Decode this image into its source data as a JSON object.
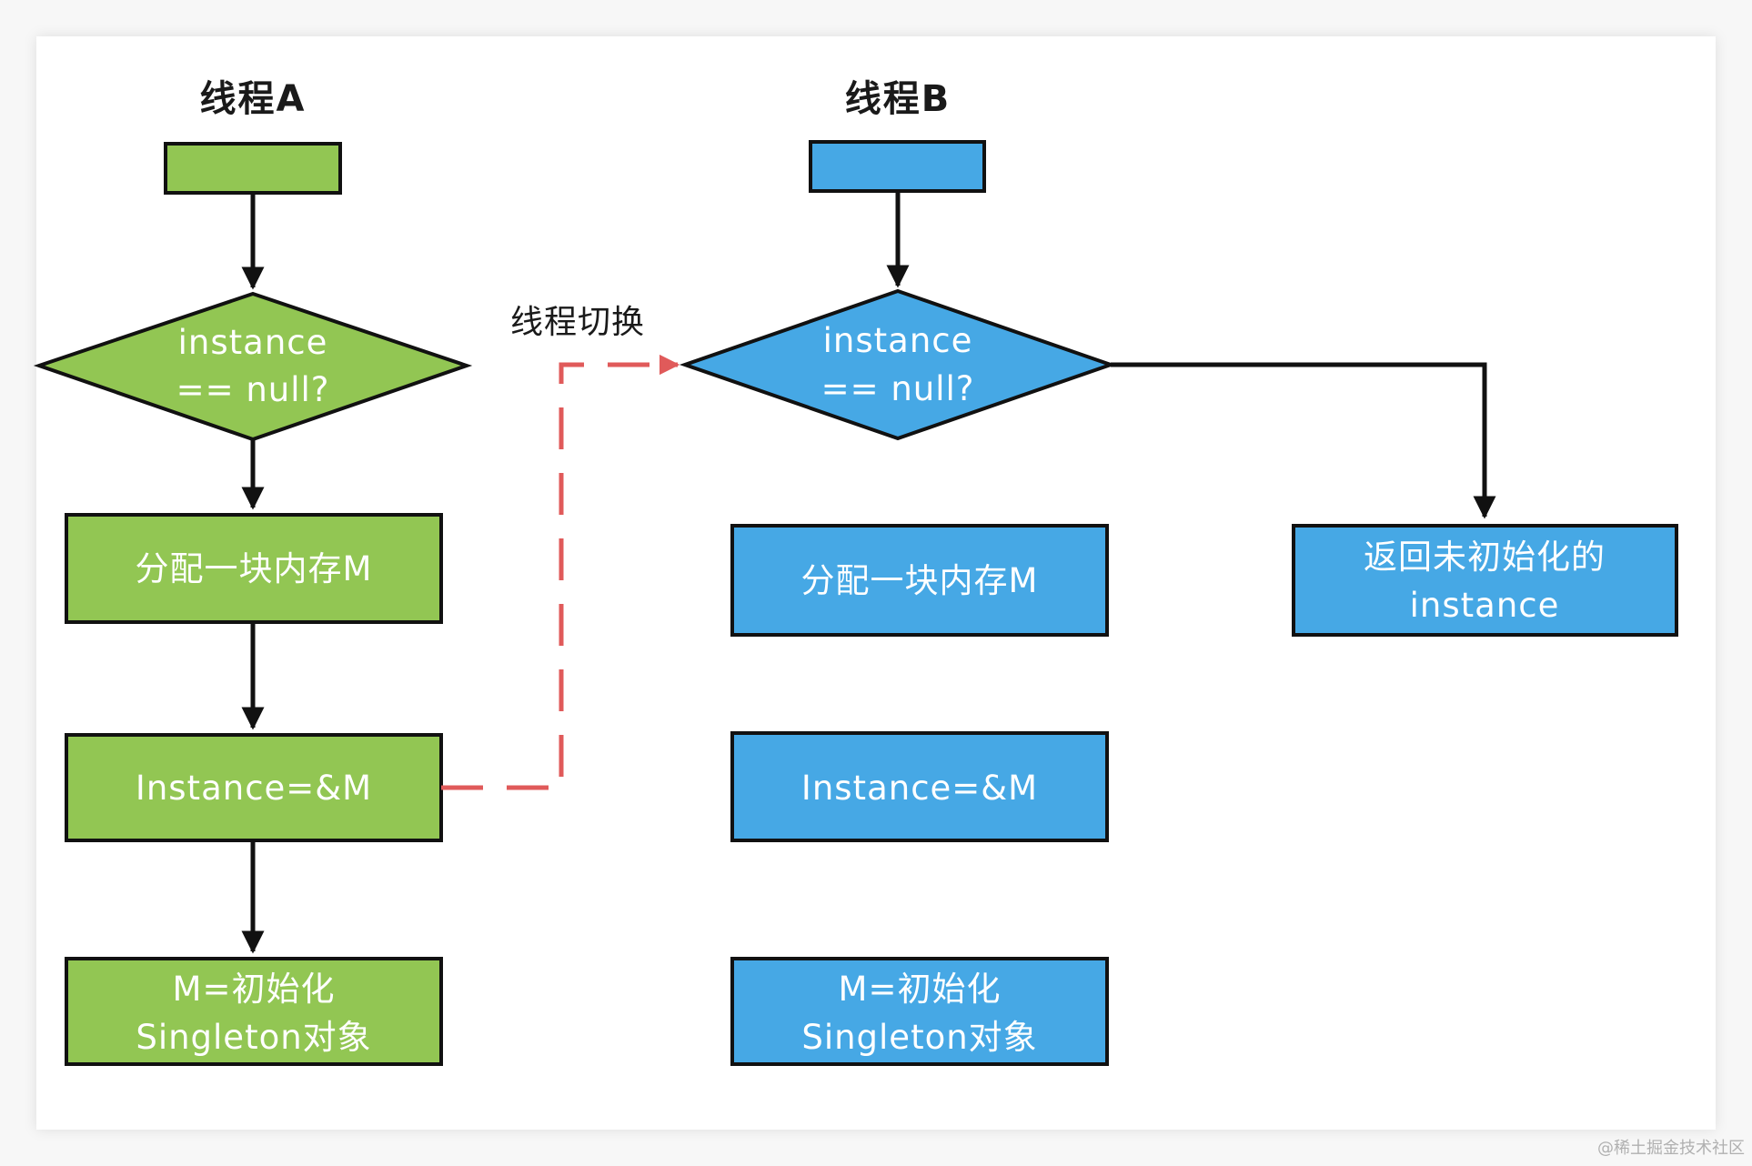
{
  "colors": {
    "thread_a_fill": "#92c653",
    "thread_b_fill": "#46a8e5",
    "stroke": "#111111",
    "switch_arrow": "#e05a5a"
  },
  "thread_a": {
    "title": "线程A",
    "decision": [
      "instance",
      "== null?"
    ],
    "step_alloc": "分配一块内存M",
    "step_assign": "Instance=&M",
    "step_init": [
      "M=初始化",
      "Singleton对象"
    ]
  },
  "thread_b": {
    "title": "线程B",
    "decision": [
      "instance",
      "== null?"
    ],
    "step_alloc": "分配一块内存M",
    "step_assign": "Instance=&M",
    "step_init": [
      "M=初始化",
      "Singleton对象"
    ],
    "step_return": [
      "返回未初始化的",
      "instance"
    ]
  },
  "switch_label": "线程切换",
  "watermark": "@稀土掘金技术社区"
}
